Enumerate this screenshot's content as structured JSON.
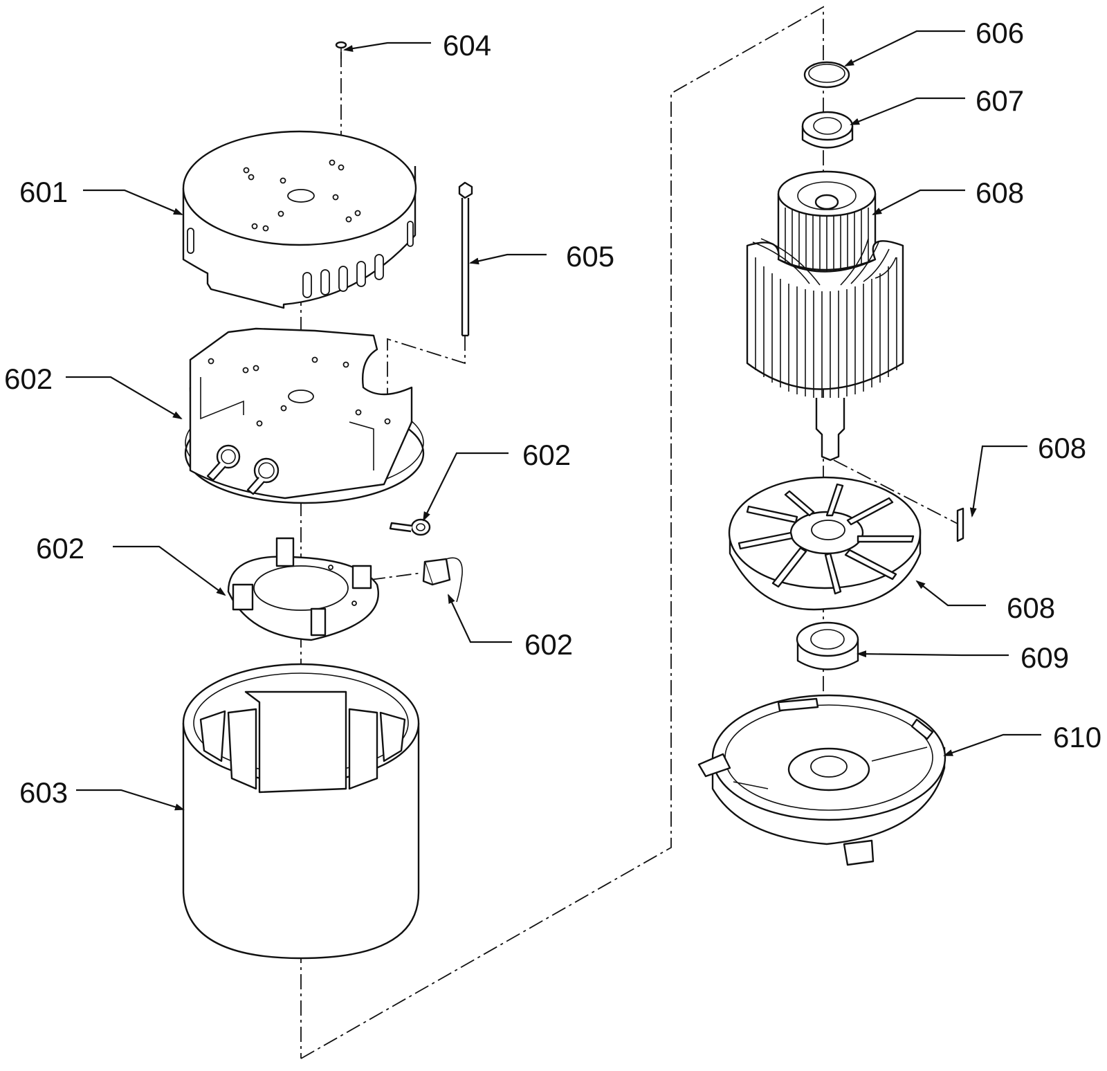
{
  "labels": {
    "l601": "601",
    "l602_housing": "602",
    "l602_clip": "602",
    "l602_holder": "602",
    "l602_brush": "602",
    "l603": "603",
    "l604": "604",
    "l605": "605",
    "l606": "606",
    "l607": "607",
    "l608_rotor": "608",
    "l608_key": "608",
    "l608_fan": "608",
    "l609": "609",
    "l610": "610"
  },
  "colors": {
    "line": "#111111",
    "background": "#ffffff"
  }
}
